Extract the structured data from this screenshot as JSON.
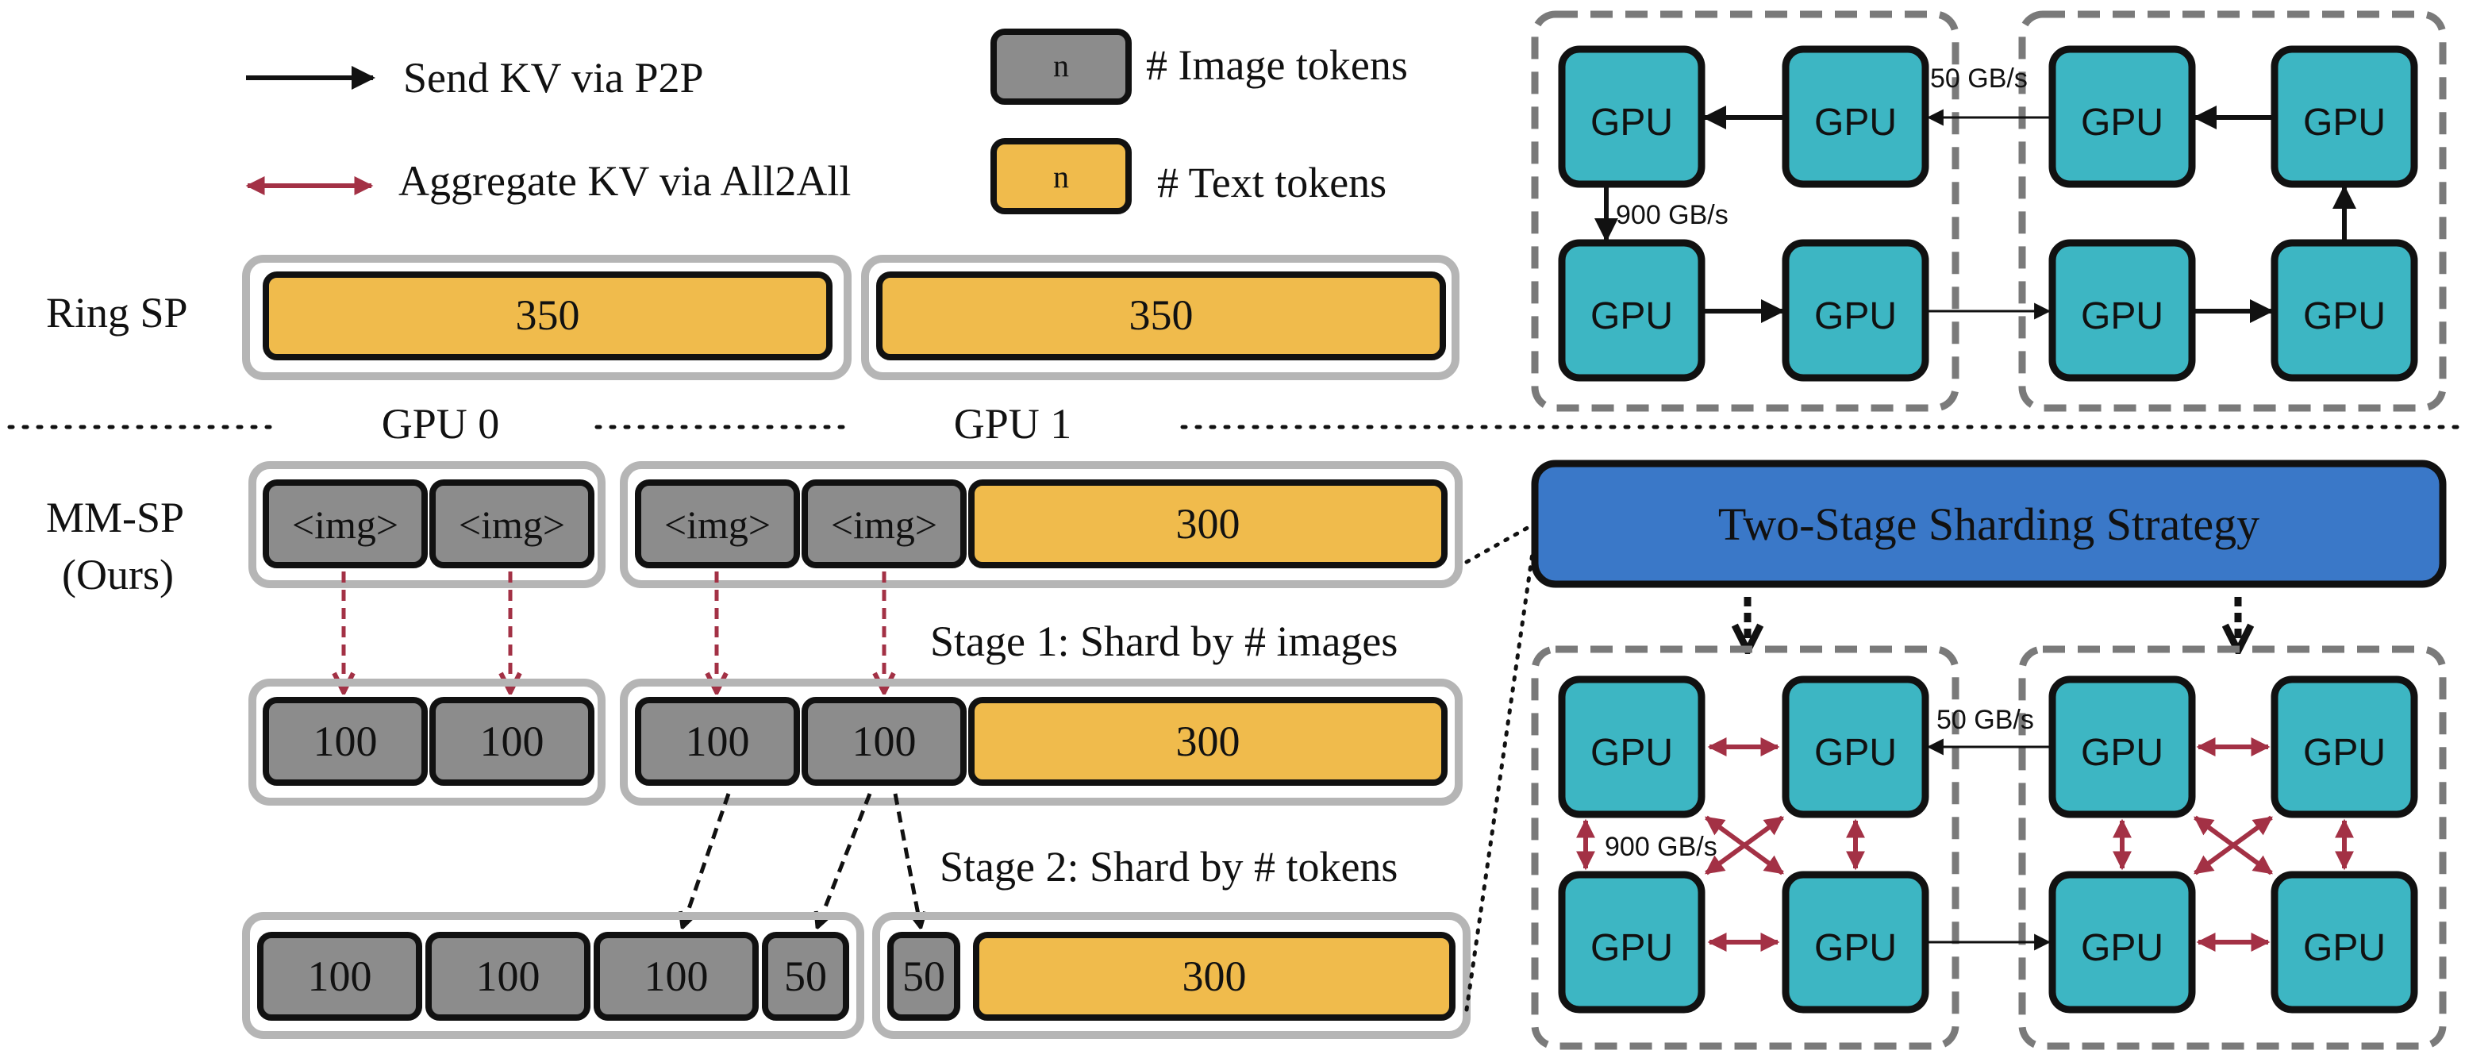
{
  "legend": {
    "p2p_label": "Send KV via P2P",
    "all2all_label": "Aggregate KV via All2All",
    "image_swatch": "n",
    "image_label": "# Image tokens",
    "text_swatch": "n",
    "text_label": "# Text tokens"
  },
  "ring_sp": {
    "label": "Ring SP",
    "gpu0_text": "350",
    "gpu1_text": "350"
  },
  "gpu_headers": {
    "gpu0": "GPU 0",
    "gpu1": "GPU 1"
  },
  "mm_sp": {
    "label_line1": "MM-SP",
    "label_line2": "(Ours)",
    "input": {
      "img1": "<img>",
      "img2": "<img>",
      "img3": "<img>",
      "img4": "<img>",
      "text": "300"
    },
    "stage1_label": "Stage 1: Shard by # images",
    "stage1": {
      "b1": "100",
      "b2": "100",
      "b3": "100",
      "b4": "100",
      "text": "300"
    },
    "stage2_label": "Stage 2: Shard by # tokens",
    "stage2": {
      "b1": "100",
      "b2": "100",
      "b3": "100",
      "b4": "50",
      "b5": "50",
      "text": "300"
    }
  },
  "ring_cluster": {
    "gpu_label": "GPU",
    "inter_bw": "50 GB/s",
    "intra_bw": "900 GB/s"
  },
  "strategy": {
    "title": "Two-Stage Sharding Strategy",
    "gpu_label": "GPU",
    "inter_bw": "50 GB/s",
    "intra_bw": "900 GB/s"
  },
  "colors": {
    "image_token": "#8c8c8c",
    "text_token": "#f0bb4c",
    "gpu": "#3db6c3",
    "strategy": "#3a78c8",
    "all2all": "#a33145",
    "container": "#b5b5b5",
    "cluster_border": "#7a7a7a"
  }
}
